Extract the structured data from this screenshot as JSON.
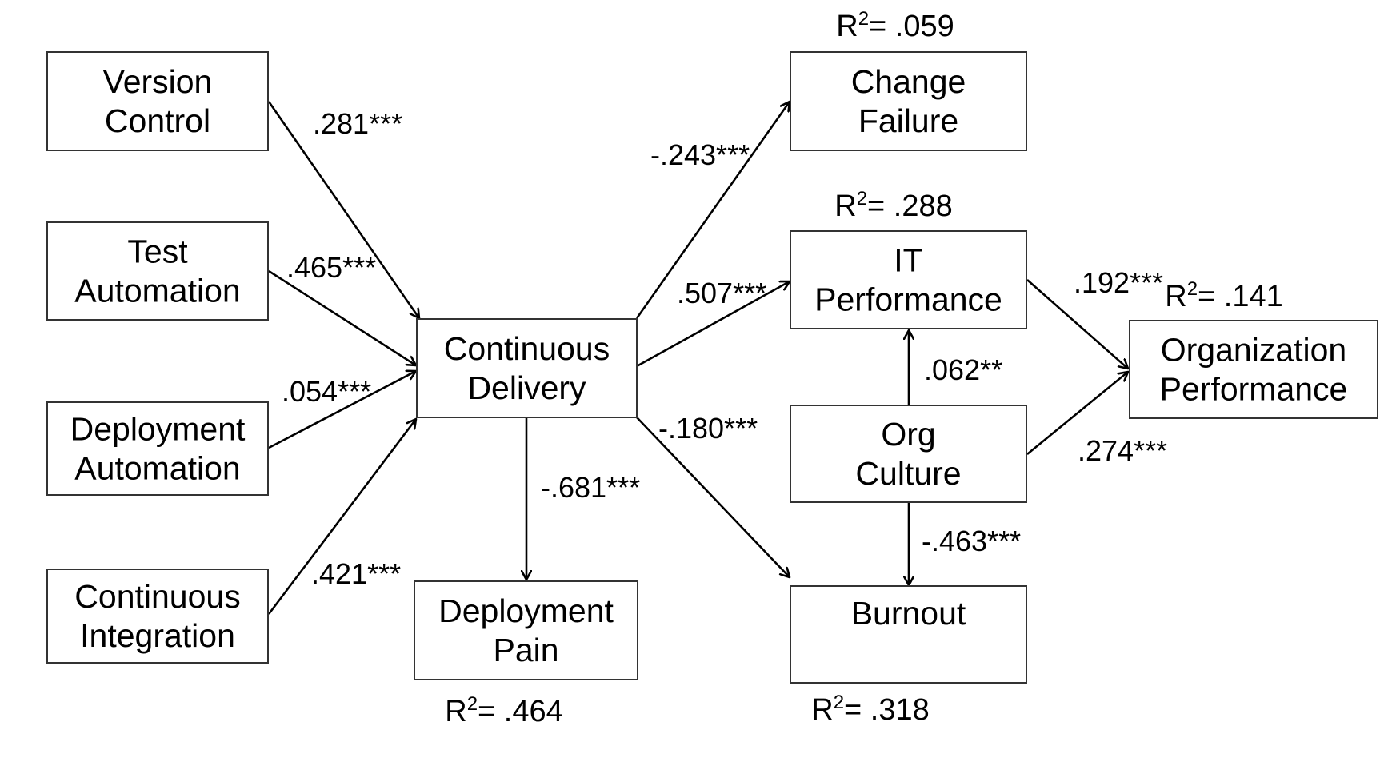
{
  "nodes": [
    {
      "id": "version_control",
      "lines": [
        "Version",
        "Control"
      ]
    },
    {
      "id": "test_automation",
      "lines": [
        "Test",
        "Automation"
      ]
    },
    {
      "id": "deployment_automation",
      "lines": [
        "Deployment",
        "Automation"
      ]
    },
    {
      "id": "continuous_integration",
      "lines": [
        "Continuous",
        "Integration"
      ]
    },
    {
      "id": "continuous_delivery",
      "lines": [
        "Continuous",
        "Delivery"
      ]
    },
    {
      "id": "deployment_pain",
      "lines": [
        "Deployment",
        "Pain"
      ],
      "r2": ".464"
    },
    {
      "id": "change_failure",
      "lines": [
        "Change",
        "Failure"
      ],
      "r2": ".059"
    },
    {
      "id": "it_performance",
      "lines": [
        "IT",
        "Performance"
      ],
      "r2": ".288"
    },
    {
      "id": "org_culture",
      "lines": [
        "Org",
        "Culture"
      ]
    },
    {
      "id": "burnout",
      "lines": [
        "Burnout"
      ],
      "r2": ".318"
    },
    {
      "id": "organization_performance",
      "lines": [
        "Organization",
        "Performance"
      ],
      "r2": ".141"
    }
  ],
  "edges": [
    {
      "from": "version_control",
      "to": "continuous_delivery",
      "label": ".281***"
    },
    {
      "from": "test_automation",
      "to": "continuous_delivery",
      "label": ".465***"
    },
    {
      "from": "deployment_automation",
      "to": "continuous_delivery",
      "label": ".054***"
    },
    {
      "from": "continuous_integration",
      "to": "continuous_delivery",
      "label": ".421***"
    },
    {
      "from": "continuous_delivery",
      "to": "change_failure",
      "label": "-.243***"
    },
    {
      "from": "continuous_delivery",
      "to": "it_performance",
      "label": ".507***"
    },
    {
      "from": "continuous_delivery",
      "to": "burnout",
      "label": "-.180***"
    },
    {
      "from": "continuous_delivery",
      "to": "deployment_pain",
      "label": "-.681***"
    },
    {
      "from": "org_culture",
      "to": "it_performance",
      "label": ".062**"
    },
    {
      "from": "org_culture",
      "to": "burnout",
      "label": "-.463***"
    },
    {
      "from": "it_performance",
      "to": "organization_performance",
      "label": ".192***"
    },
    {
      "from": "org_culture",
      "to": "organization_performance",
      "label": ".274***"
    }
  ],
  "r2_prefix": "R",
  "r2_sup": "2",
  "r2_eq": "= "
}
